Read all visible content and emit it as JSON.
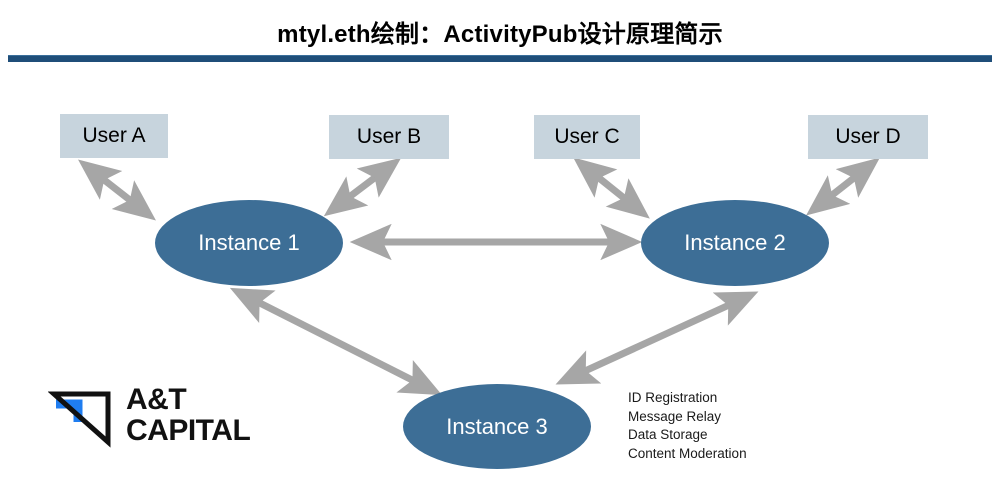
{
  "slide": {
    "title": "mtyl.eth绘制：ActivityPub设计原理简示",
    "background_color": "#ffffff",
    "divider_color": "#1f4e79"
  },
  "colors": {
    "instance_fill": "#3d6e96",
    "instance_text": "#ffffff",
    "user_fill": "#c7d4dd",
    "user_text": "#000000",
    "arrow": "#a6a6a6",
    "logo_accent": "#1f7df0"
  },
  "users": [
    {
      "id": "user-a",
      "label": "User A"
    },
    {
      "id": "user-b",
      "label": "User B"
    },
    {
      "id": "user-c",
      "label": "User C"
    },
    {
      "id": "user-d",
      "label": "User D"
    }
  ],
  "instances": [
    {
      "id": "instance-1",
      "label": "Instance 1"
    },
    {
      "id": "instance-2",
      "label": "Instance 2"
    },
    {
      "id": "instance-3",
      "label": "Instance 3"
    }
  ],
  "services": [
    "ID Registration",
    "Message Relay",
    "Data Storage",
    "Content Moderation"
  ],
  "logo": {
    "line1": "A&T",
    "line2": "CAPITAL"
  },
  "connections": [
    {
      "from": "user-a",
      "to": "instance-1",
      "type": "bidirectional"
    },
    {
      "from": "user-b",
      "to": "instance-1",
      "type": "bidirectional"
    },
    {
      "from": "user-c",
      "to": "instance-2",
      "type": "bidirectional"
    },
    {
      "from": "user-d",
      "to": "instance-2",
      "type": "bidirectional"
    },
    {
      "from": "instance-1",
      "to": "instance-2",
      "type": "bidirectional"
    },
    {
      "from": "instance-1",
      "to": "instance-3",
      "type": "bidirectional"
    },
    {
      "from": "instance-2",
      "to": "instance-3",
      "type": "bidirectional"
    }
  ]
}
